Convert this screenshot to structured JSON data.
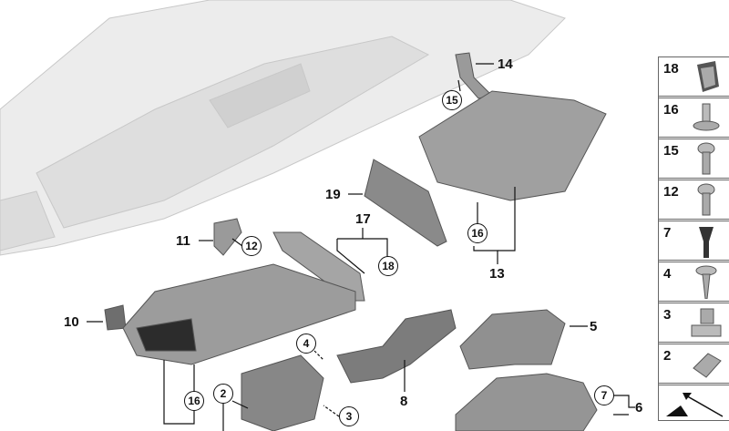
{
  "callouts": {
    "plain": [
      "14",
      "19",
      "17",
      "13",
      "11",
      "10",
      "5",
      "8",
      "6"
    ],
    "circled": [
      "15",
      "16",
      "18",
      "12",
      "4",
      "16",
      "2",
      "3",
      "7"
    ]
  },
  "hardware_panel": {
    "items": [
      {
        "number": "18",
        "icon": "clip-icon"
      },
      {
        "number": "16",
        "icon": "push-rivet-icon"
      },
      {
        "number": "15",
        "icon": "screw-icon"
      },
      {
        "number": "12",
        "icon": "screw-icon"
      },
      {
        "number": "7",
        "icon": "rubber-stop-icon"
      },
      {
        "number": "4",
        "icon": "self-tapping-screw-icon"
      },
      {
        "number": "3",
        "icon": "cage-nut-icon"
      },
      {
        "number": "2",
        "icon": "spring-nut-icon"
      }
    ],
    "last_cell_icon": "arrow-icon"
  },
  "colors": {
    "part": "#8e8e8e",
    "dashboard": "#e6e6e6",
    "line": "#111111"
  }
}
